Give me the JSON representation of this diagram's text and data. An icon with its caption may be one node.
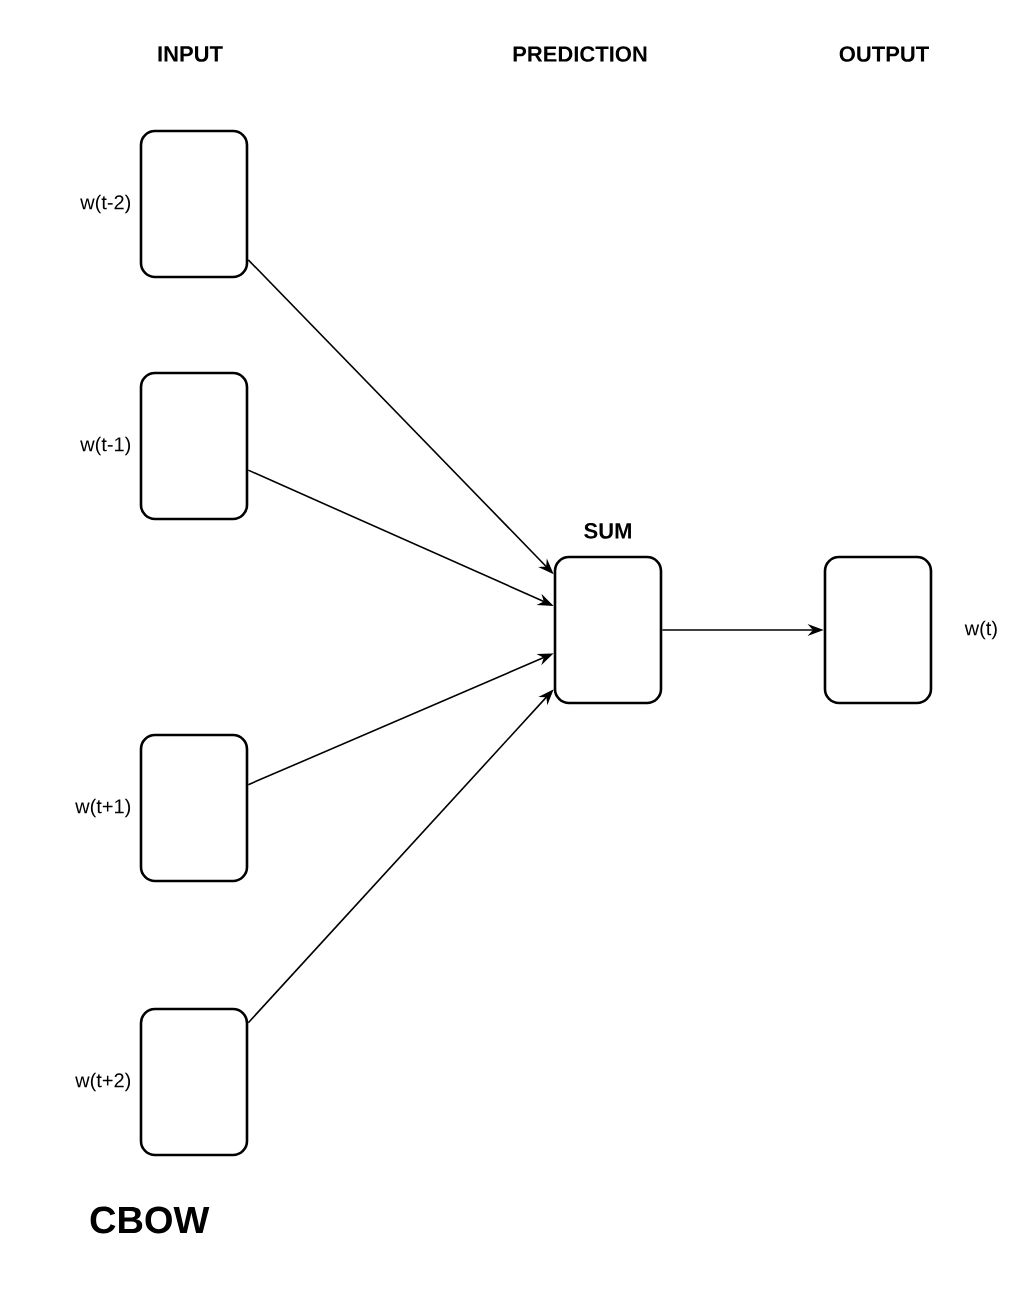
{
  "diagram": {
    "title": "CBOW",
    "nodes": [
      {
        "text": [],
        "shape": "box",
        "beside": [
          "w(t-2)"
        ]
      },
      {
        "text": [],
        "shape": "box",
        "beside": [
          "w(t-1)"
        ]
      },
      {
        "text": [],
        "shape": "box",
        "beside": [
          "w(t+1)"
        ]
      },
      {
        "text": [],
        "shape": "box",
        "beside": [
          "w(t+2)"
        ]
      },
      {
        "text": [
          "SUM"
        ]
      },
      {
        "text": [],
        "shape": "box",
        "beside": [
          "w(t)"
        ]
      }
    ],
    "edges": [
      {
        "from": 0,
        "to": 4,
        "arrow": "to"
      },
      {
        "from": 1,
        "to": 4,
        "arrow": "to"
      },
      {
        "from": 2,
        "to": 4,
        "arrow": "to"
      },
      {
        "from": 3,
        "to": 4,
        "arrow": "to"
      },
      {
        "from": 4,
        "to": 5,
        "arrow": "to"
      }
    ],
    "labels": [
      "INPUT",
      "PREDICTION",
      "OUTPUT"
    ]
  }
}
